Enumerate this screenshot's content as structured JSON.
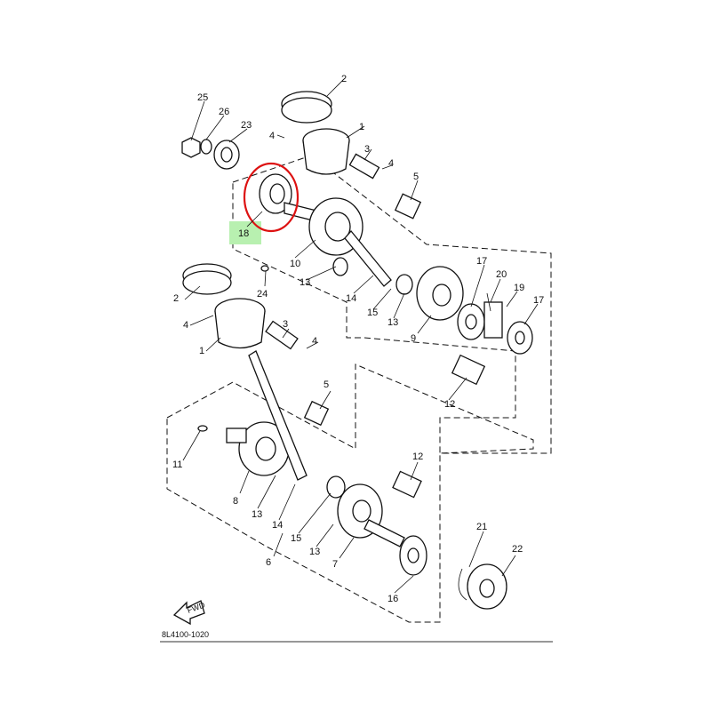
{
  "diagram": {
    "part_code": "8L4100-1020",
    "fwd_label": "FWD",
    "highlight_color": "#dd1111",
    "highlight_fill": "#b8f0b0",
    "highlighted_part": "18",
    "callouts": [
      "2",
      "1",
      "25",
      "26",
      "23",
      "4",
      "3",
      "4",
      "5",
      "18",
      "10",
      "24",
      "13",
      "14",
      "15",
      "13",
      "9",
      "17",
      "20",
      "19",
      "17",
      "12",
      "2",
      "4",
      "1",
      "3",
      "4",
      "5",
      "11",
      "8",
      "13",
      "14",
      "15",
      "13",
      "7",
      "6",
      "12",
      "21",
      "22",
      "16"
    ]
  }
}
